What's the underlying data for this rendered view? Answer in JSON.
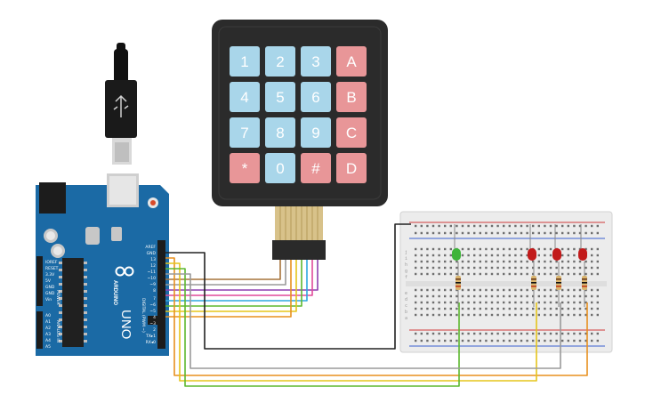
{
  "keypad": {
    "keys": [
      {
        "label": "1",
        "kind": "num"
      },
      {
        "label": "2",
        "kind": "num"
      },
      {
        "label": "3",
        "kind": "num"
      },
      {
        "label": "A",
        "kind": "letter"
      },
      {
        "label": "4",
        "kind": "num"
      },
      {
        "label": "5",
        "kind": "num"
      },
      {
        "label": "6",
        "kind": "num"
      },
      {
        "label": "B",
        "kind": "letter"
      },
      {
        "label": "7",
        "kind": "num"
      },
      {
        "label": "8",
        "kind": "num"
      },
      {
        "label": "9",
        "kind": "num"
      },
      {
        "label": "C",
        "kind": "letter"
      },
      {
        "label": "*",
        "kind": "letter"
      },
      {
        "label": "0",
        "kind": "num"
      },
      {
        "label": "#",
        "kind": "letter"
      },
      {
        "label": "D",
        "kind": "letter"
      }
    ]
  },
  "arduino": {
    "model": "UNO",
    "brand": "ARDUINO",
    "header_labels": [
      "AREF",
      "GND",
      "13",
      "12",
      "~11",
      "~10",
      "~9",
      "8",
      "7",
      "~6",
      "~5",
      "4",
      "~3",
      "2",
      "TX▸1",
      "RX◂0"
    ],
    "digital_label": "DIGITAL (PWM ~)",
    "power_label": "POWER",
    "power_pins": [
      "IOREF",
      "RESET",
      "3.3V",
      "5V",
      "GND",
      "GND",
      "Vin"
    ],
    "analog_label": "ANALOG IN",
    "analog_pins": [
      "A0",
      "A1",
      "A2",
      "A3",
      "A4",
      "A5"
    ]
  },
  "breadboard": {
    "row_letters_top": [
      "j",
      "i",
      "h",
      "g",
      "f"
    ],
    "row_letters_bottom": [
      "e",
      "d",
      "c",
      "b",
      "a"
    ],
    "leds": [
      {
        "color": "green"
      },
      {
        "color": "red"
      },
      {
        "color": "red"
      },
      {
        "color": "red"
      }
    ]
  },
  "colors": {
    "board": "#1b6aa5",
    "keypad_body": "#2b2b2b",
    "key_num": "#a9d6ea",
    "key_letter": "#e89698",
    "wire_black": "#222222",
    "wire_orange": "#e8901e",
    "wire_yellow": "#e5c51c",
    "wire_green": "#5db82e",
    "wire_gray": "#9a9a9a",
    "wire_purple": "#8e3fb1",
    "wire_pink": "#e04a9a",
    "wire_blue": "#2ea8e0",
    "led_green": "#3fb43a",
    "led_red": "#c21b1b"
  },
  "icons": [
    "usb-cable-icon",
    "arduino-logo-icon",
    "reset-button-icon"
  ]
}
